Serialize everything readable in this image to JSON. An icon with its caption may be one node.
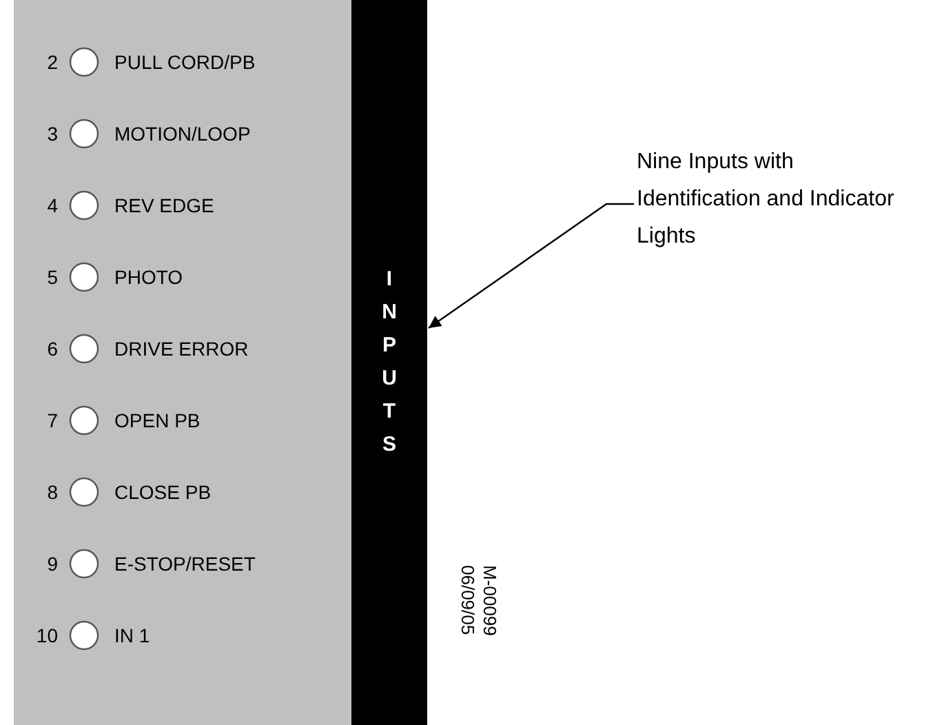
{
  "diagram": {
    "nodes": [
      {
        "text": [
          "INPUTS"
        ]
      },
      {
        "text": [
          "Nine Inputs with Identification and Indicator Lights"
        ]
      }
    ],
    "edges": [
      {
        "from": 1,
        "to": 0,
        "arrow": "to"
      }
    ],
    "labels": [
      "2",
      "PULL CORD/PB",
      "3",
      "MOTION/LOOP",
      "4",
      "REV EDGE",
      "5",
      "PHOTO",
      "6",
      "DRIVE ERROR",
      "7",
      "OPEN PB",
      "8",
      "CLOSE PB",
      "9",
      "E-STOP/RESET",
      "10",
      "IN 1",
      "06/09/05",
      "M-00099"
    ]
  }
}
